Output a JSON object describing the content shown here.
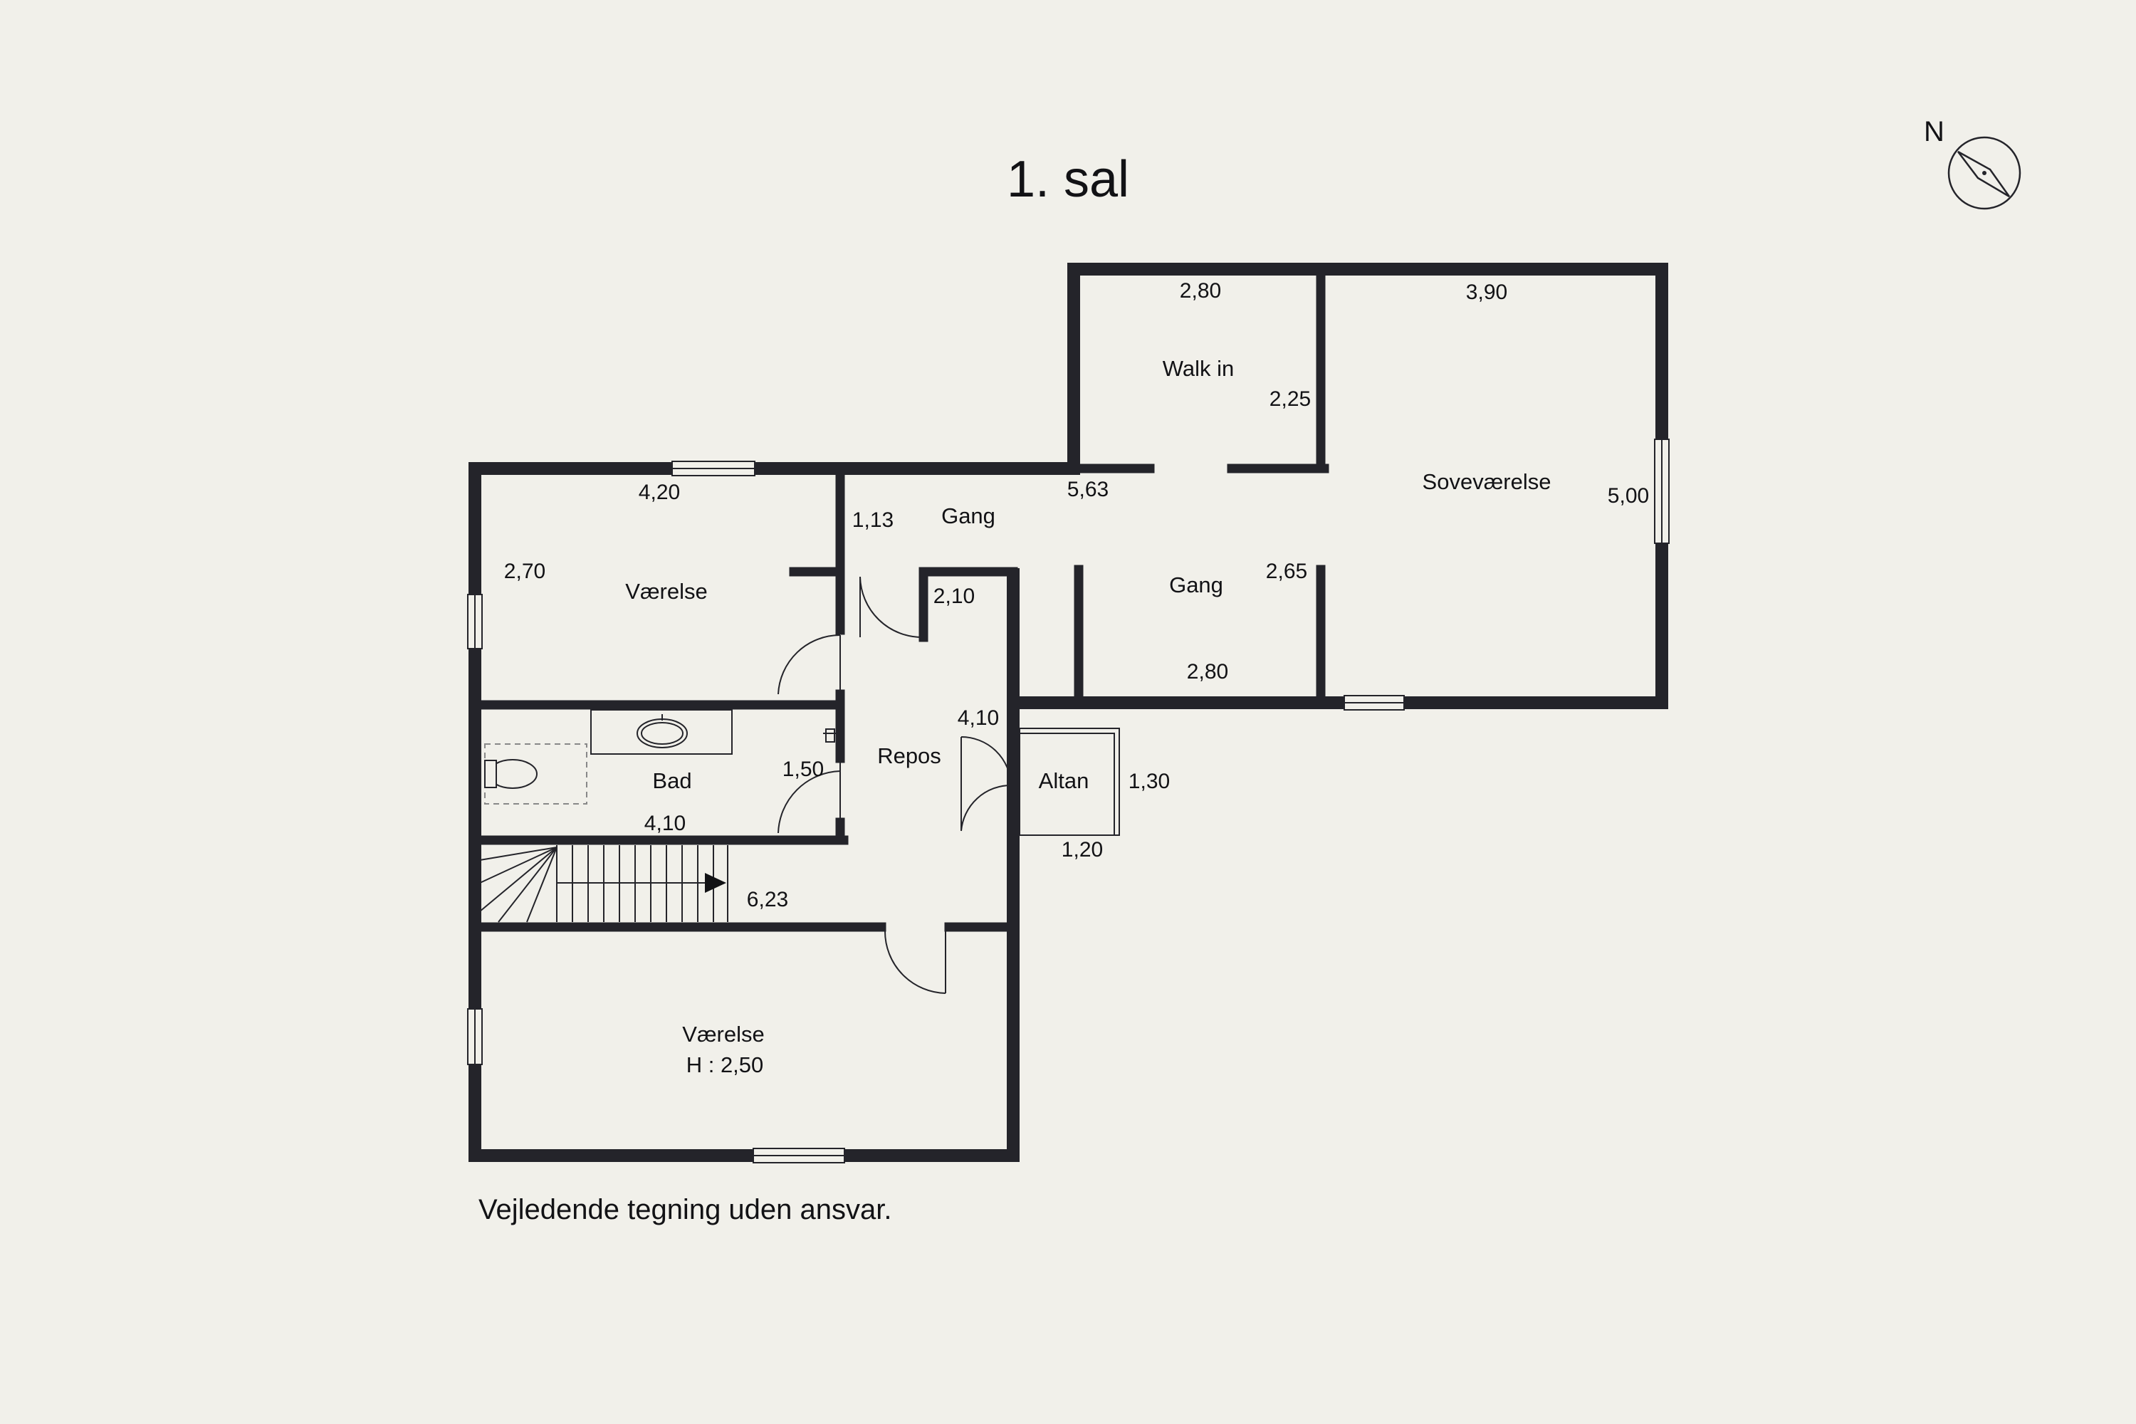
{
  "title": "1. sal",
  "disclaimer": "Vejledende tegning uden ansvar.",
  "compass": {
    "label": "N"
  },
  "rooms": {
    "vaerelse_top": "Værelse",
    "bad": "Bad",
    "repos": "Repos",
    "gang_1": "Gang",
    "gang_2": "Gang",
    "walk_in": "Walk in",
    "sovevaerelse": "Soveværelse",
    "altan": "Altan",
    "vaerelse_bottom": "Værelse",
    "vaerelse_bottom_height": "H : 2,50"
  },
  "dimensions": {
    "d420": "4,20",
    "d270": "2,70",
    "d113": "1,13",
    "d563": "5,63",
    "d210": "2,10",
    "d410_top": "4,10",
    "d150": "1,50",
    "d410_bad": "4,10",
    "d623": "6,23",
    "d280_walkin": "2,80",
    "d225": "2,25",
    "d390": "3,90",
    "d500": "5,00",
    "d265": "2,65",
    "d280_gang": "2,80",
    "d130": "1,30",
    "d120": "1,20"
  }
}
